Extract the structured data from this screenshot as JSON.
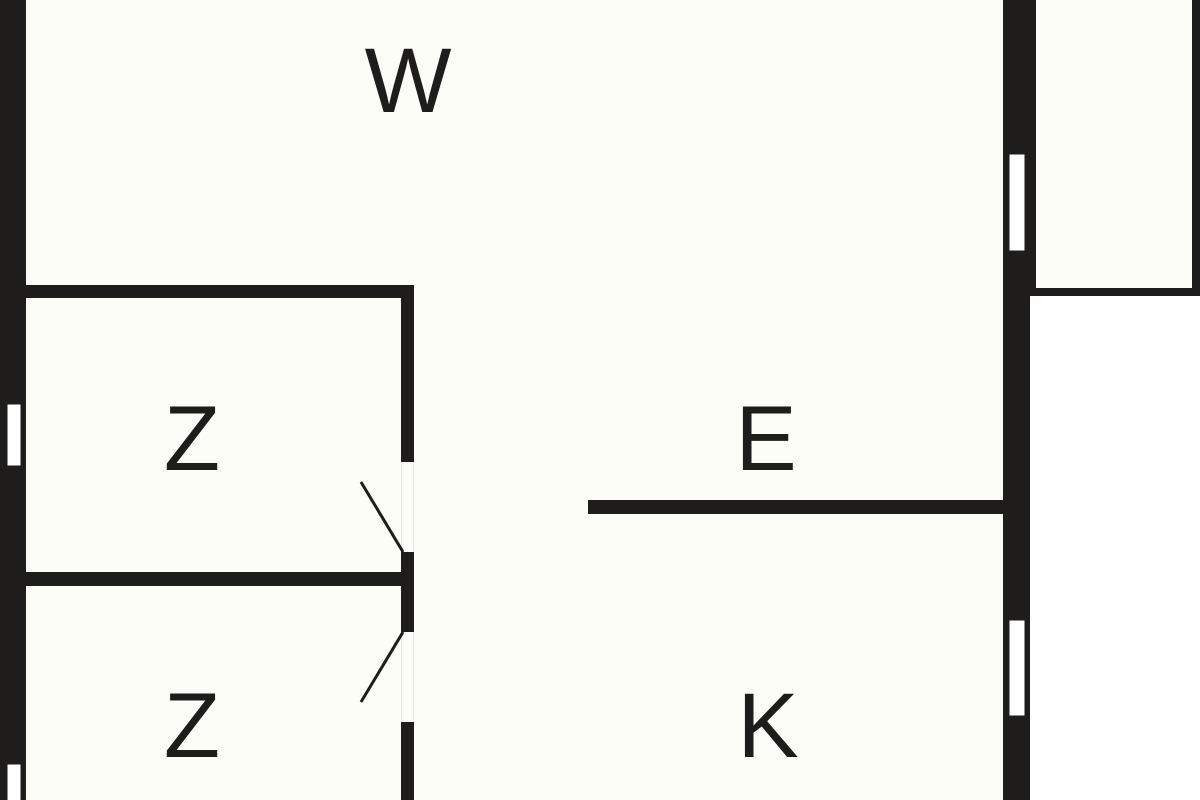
{
  "colors": {
    "wall": "#1f1c1c",
    "floor": "#fdfdf8",
    "window": "#ffffff"
  },
  "rooms": [
    {
      "id": "w",
      "label": "W"
    },
    {
      "id": "z1",
      "label": "Z"
    },
    {
      "id": "e",
      "label": "E"
    },
    {
      "id": "z2",
      "label": "Z"
    },
    {
      "id": "k",
      "label": "K"
    }
  ]
}
